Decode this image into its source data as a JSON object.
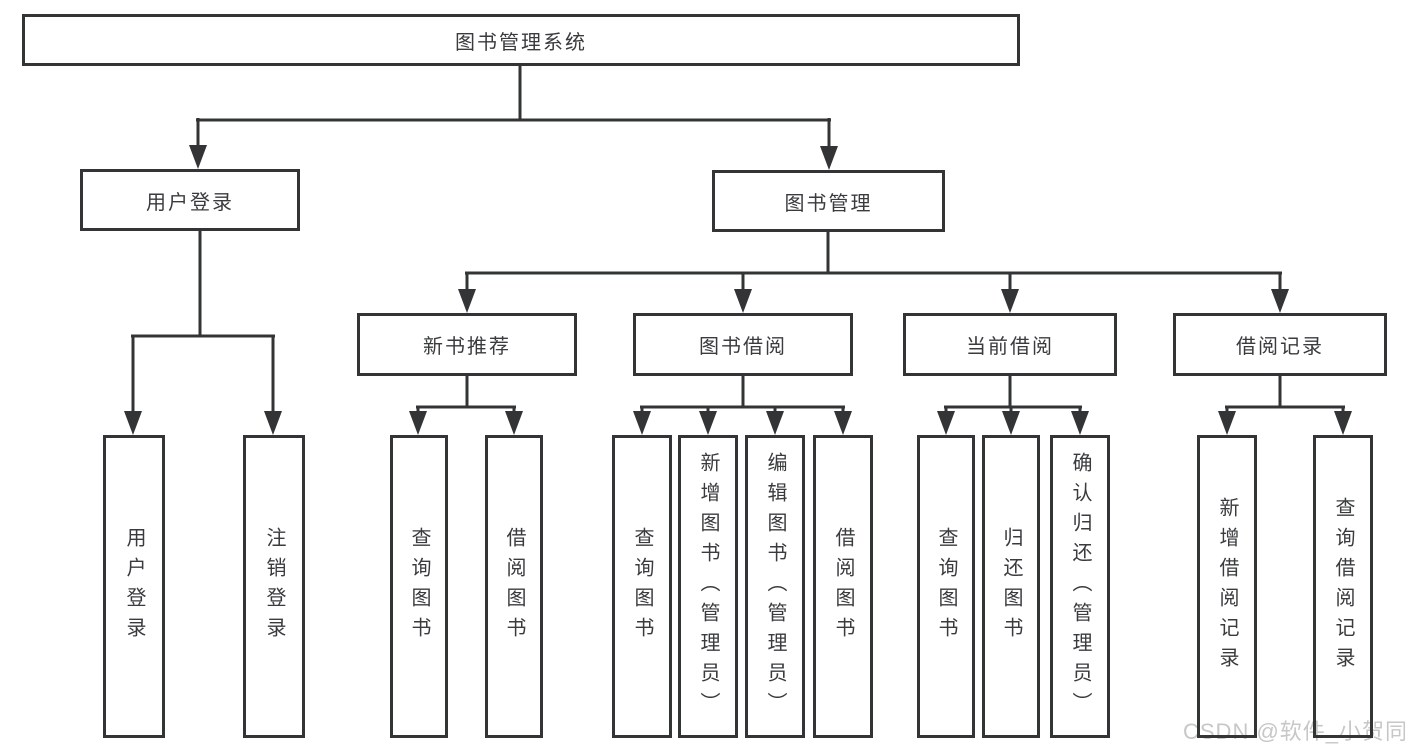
{
  "diagram": {
    "root": {
      "label": "图书管理系统"
    },
    "user_branch": {
      "label": "用户登录",
      "children": [
        {
          "label": "用户登录"
        },
        {
          "label": "注销登录"
        }
      ]
    },
    "book_branch": {
      "label": "图书管理",
      "children": [
        {
          "label": "新书推荐",
          "children": [
            {
              "label": "查询图书"
            },
            {
              "label": "借阅图书"
            }
          ]
        },
        {
          "label": "图书借阅",
          "children": [
            {
              "label": "查询图书"
            },
            {
              "label": "新增图书（管理员）"
            },
            {
              "label": "编辑图书（管理员）"
            },
            {
              "label": "借阅图书"
            }
          ]
        },
        {
          "label": "当前借阅",
          "children": [
            {
              "label": "查询图书"
            },
            {
              "label": "归还图书"
            },
            {
              "label": "确认归还（管理员）"
            }
          ]
        },
        {
          "label": "借阅记录",
          "children": [
            {
              "label": "新增借阅记录"
            },
            {
              "label": "查询借阅记录"
            }
          ]
        }
      ]
    }
  },
  "watermark": {
    "text": "CSDN @软件_小贺同学"
  },
  "colors": {
    "line": "#333436",
    "text": "#3a3b3d",
    "watermark": "#c7c7c7",
    "background": "#ffffff"
  }
}
